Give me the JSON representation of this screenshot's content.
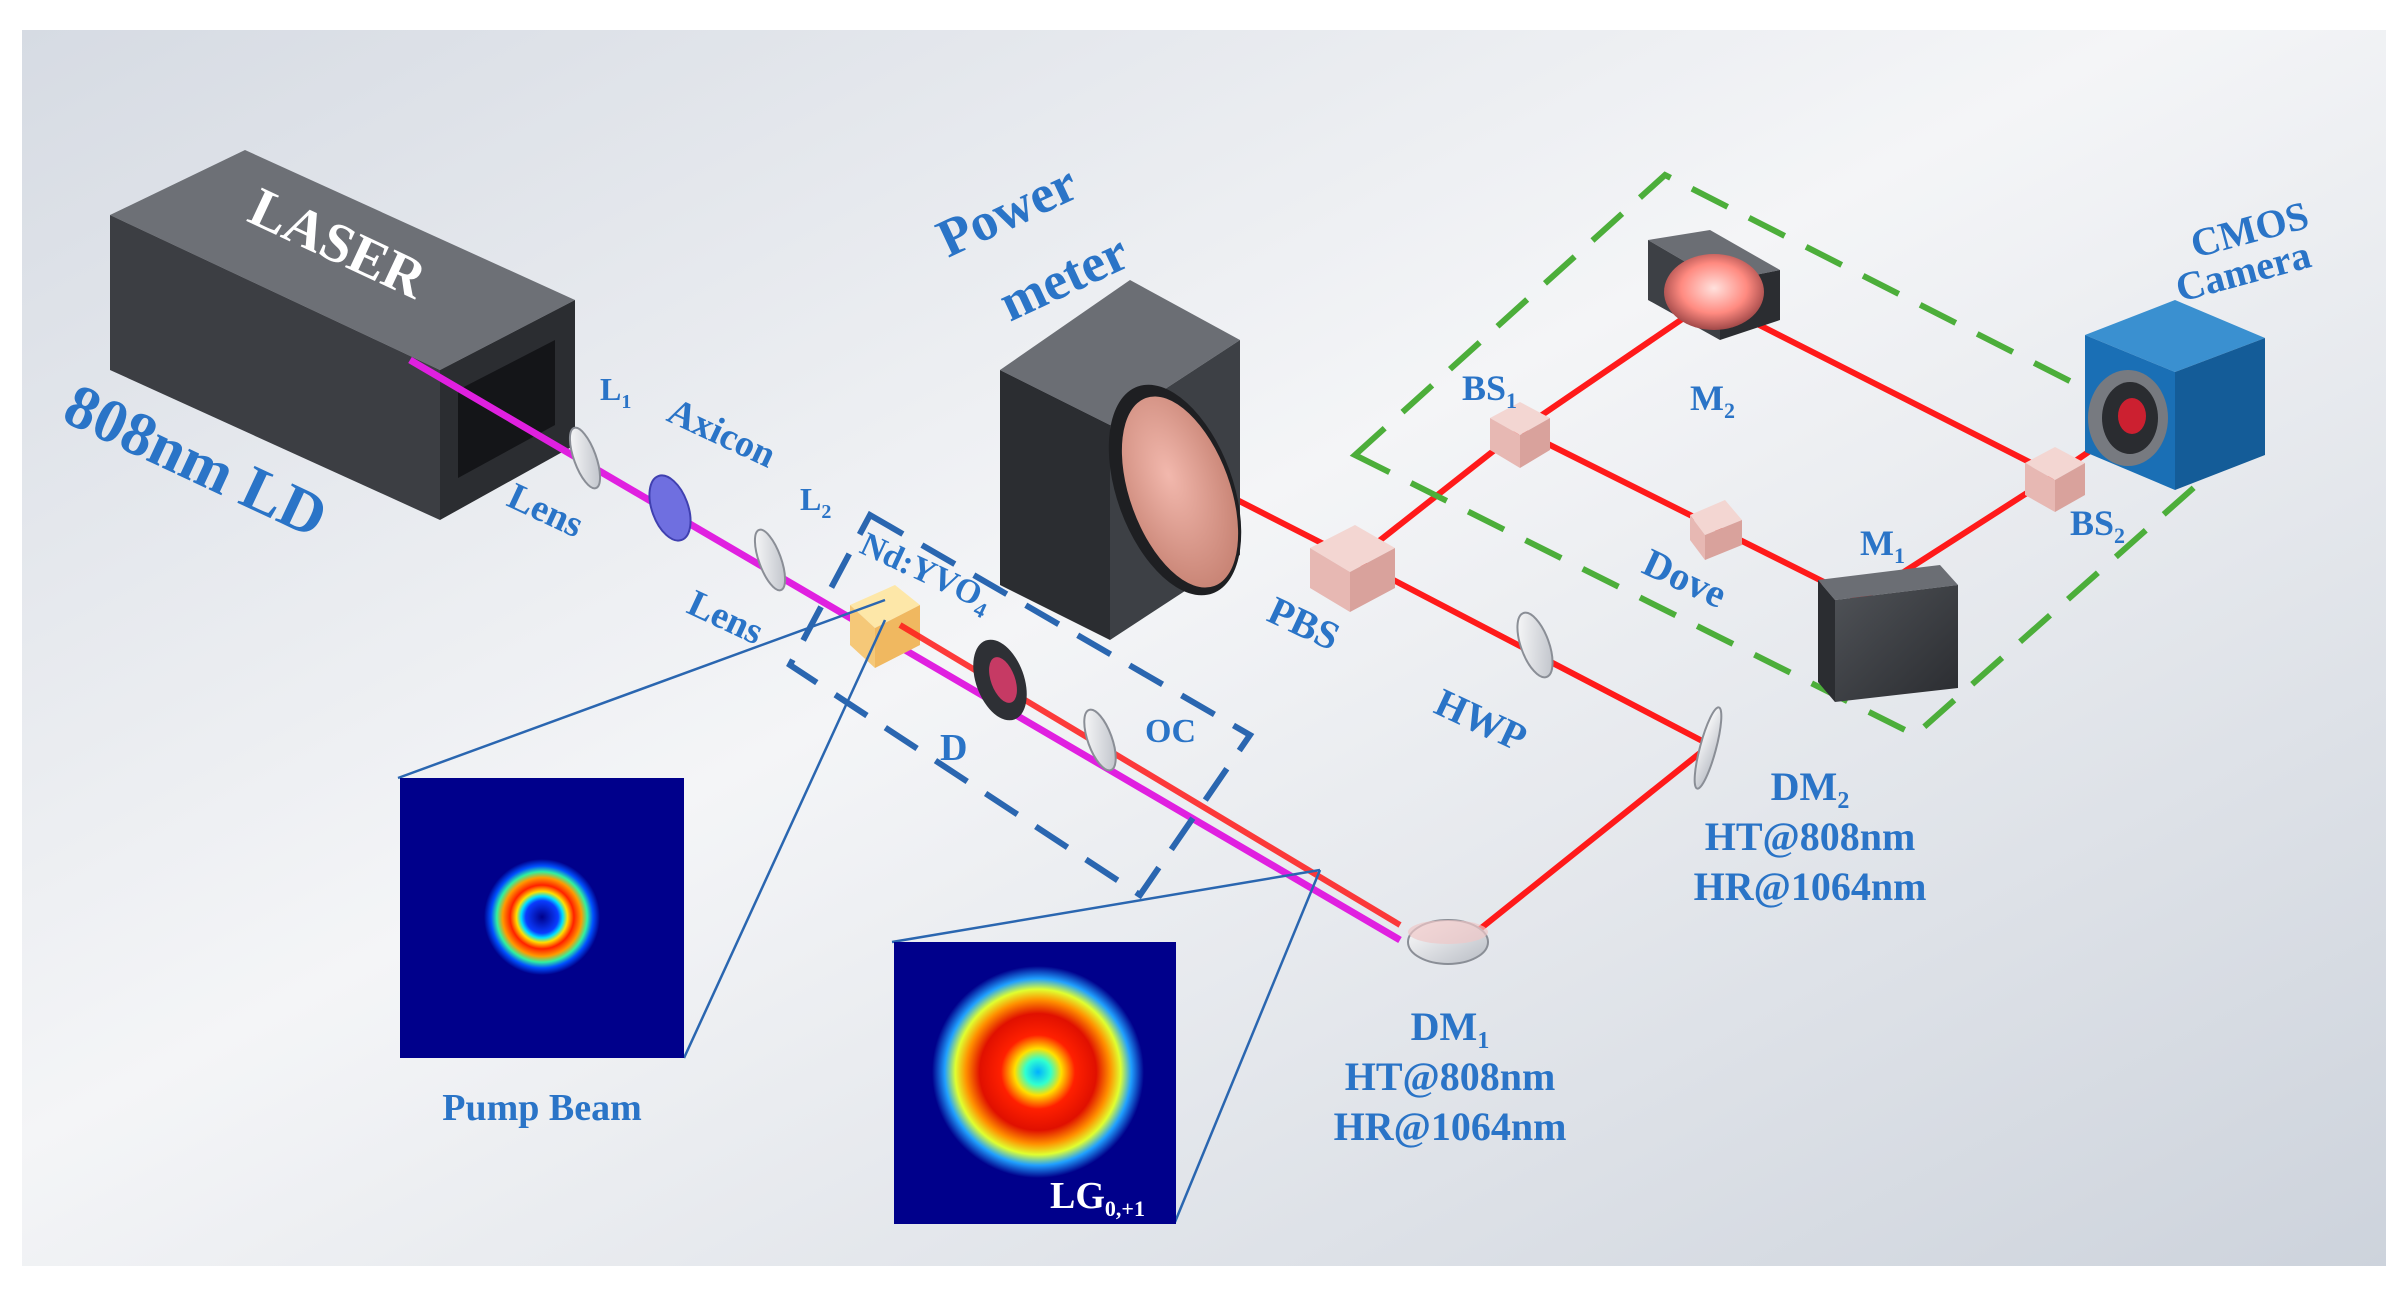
{
  "laser": {
    "box_text": "LASER",
    "source_label": "808nm LD"
  },
  "components": {
    "l1": {
      "main": "L",
      "sub": "1",
      "desc": "Lens"
    },
    "axicon": "Axicon",
    "l2": {
      "main": "L",
      "sub": "2",
      "desc": "Lens"
    },
    "crystal": {
      "main": "Nd:YVO",
      "sub": "4"
    },
    "d": "D",
    "oc": "OC",
    "power_meter": {
      "line1": "Power",
      "line2": "meter"
    },
    "pbs": "PBS",
    "hwp": "HWP",
    "bs1": {
      "main": "BS",
      "sub": "1"
    },
    "bs2": {
      "main": "BS",
      "sub": "2"
    },
    "m1": {
      "main": "M",
      "sub": "1"
    },
    "m2": {
      "main": "M",
      "sub": "2"
    },
    "dove": "Dove",
    "camera": {
      "line1": "CMOS",
      "line2": "Camera"
    },
    "dm1": {
      "main": "DM",
      "sub": "1",
      "ht": "HT@808nm",
      "hr": "HR@1064nm"
    },
    "dm2": {
      "main": "DM",
      "sub": "2",
      "ht": "HT@808nm",
      "hr": "HR@1064nm"
    }
  },
  "insets": {
    "pump": {
      "caption": "Pump Beam"
    },
    "output": {
      "main": "LG",
      "sub": "0,+1"
    }
  },
  "colors": {
    "pump_beam": "#e020e0",
    "laser_beam": "#ff1a1a",
    "label_blue": "#2a74c7",
    "box_green": "#4cae3a",
    "box_blue": "#2a66b0",
    "inset_bg": "#00008b",
    "camera_blue": "#1a6fb5"
  }
}
